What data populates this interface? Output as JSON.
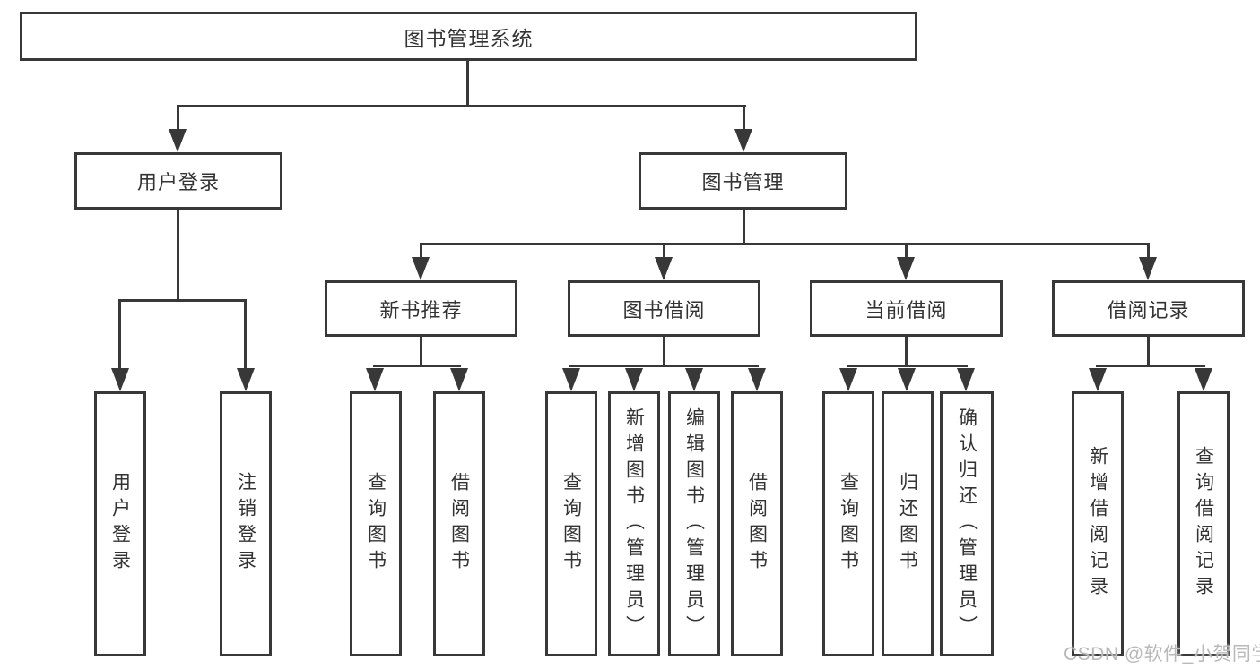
{
  "tree": {
    "root": {
      "label": "图书管理系统"
    },
    "branches": [
      {
        "label": "用户登录",
        "children": [
          {
            "label": "用户登录"
          },
          {
            "label": "注销登录"
          }
        ]
      },
      {
        "label": "图书管理",
        "groups": [
          {
            "label": "新书推荐",
            "children": [
              {
                "label": "查询图书"
              },
              {
                "label": "借阅图书"
              }
            ]
          },
          {
            "label": "图书借阅",
            "children": [
              {
                "label": "查询图书"
              },
              {
                "label": "新增图书（管理员）"
              },
              {
                "label": "编辑图书（管理员）"
              },
              {
                "label": "借阅图书"
              }
            ]
          },
          {
            "label": "当前借阅",
            "children": [
              {
                "label": "查询图书"
              },
              {
                "label": "归还图书"
              },
              {
                "label": "确认归还（管理员）"
              }
            ]
          },
          {
            "label": "借阅记录",
            "children": [
              {
                "label": "新增借阅记录"
              },
              {
                "label": "查询借阅记录"
              }
            ]
          }
        ]
      }
    ]
  },
  "watermark": "CSDN @软件_小贺同学",
  "colors": {
    "line": "#383838",
    "text": "#333333",
    "watermark": "#b9b9b9",
    "bg": "#ffffff"
  }
}
